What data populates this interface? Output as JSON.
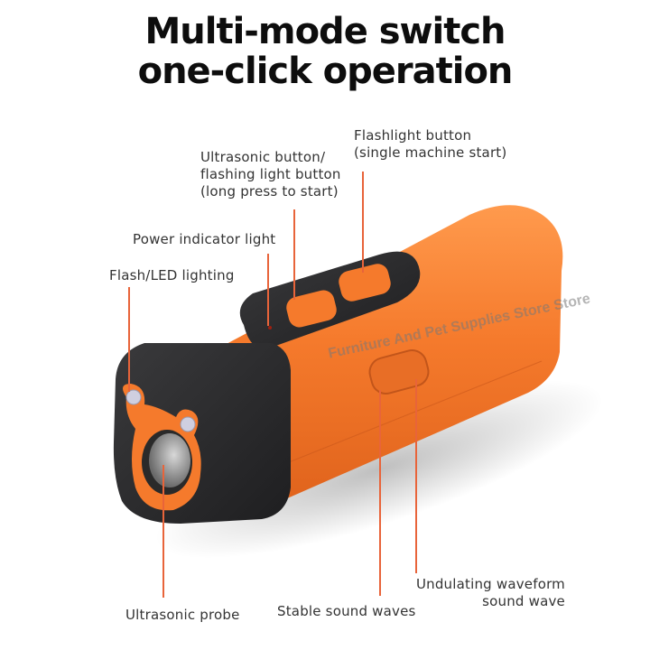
{
  "heading": {
    "line1": "Multi-mode switch",
    "line2": "one-click operation"
  },
  "callouts": {
    "flashlight_button": {
      "line1": "Flashlight button",
      "line2": "(single machine start)"
    },
    "ultrasonic_button": {
      "line1": "Ultrasonic button/",
      "line2": "flashing light button",
      "line3": "(long press to start)"
    },
    "power_indicator": {
      "line1": "Power indicator light"
    },
    "flash_led": {
      "line1": "Flash/LED lighting"
    },
    "ultrasonic_probe": {
      "line1": "Ultrasonic probe"
    },
    "stable_sound": {
      "line1": "Stable sound waves"
    },
    "undulating_wave": {
      "line1": "Undulating waveform",
      "line2": "sound wave"
    }
  },
  "watermark": "Furniture And Pet Supplies Store Store",
  "colors": {
    "accent": "#e8643a",
    "device_orange": "#f57a2c",
    "device_black": "#2b2b2d"
  }
}
